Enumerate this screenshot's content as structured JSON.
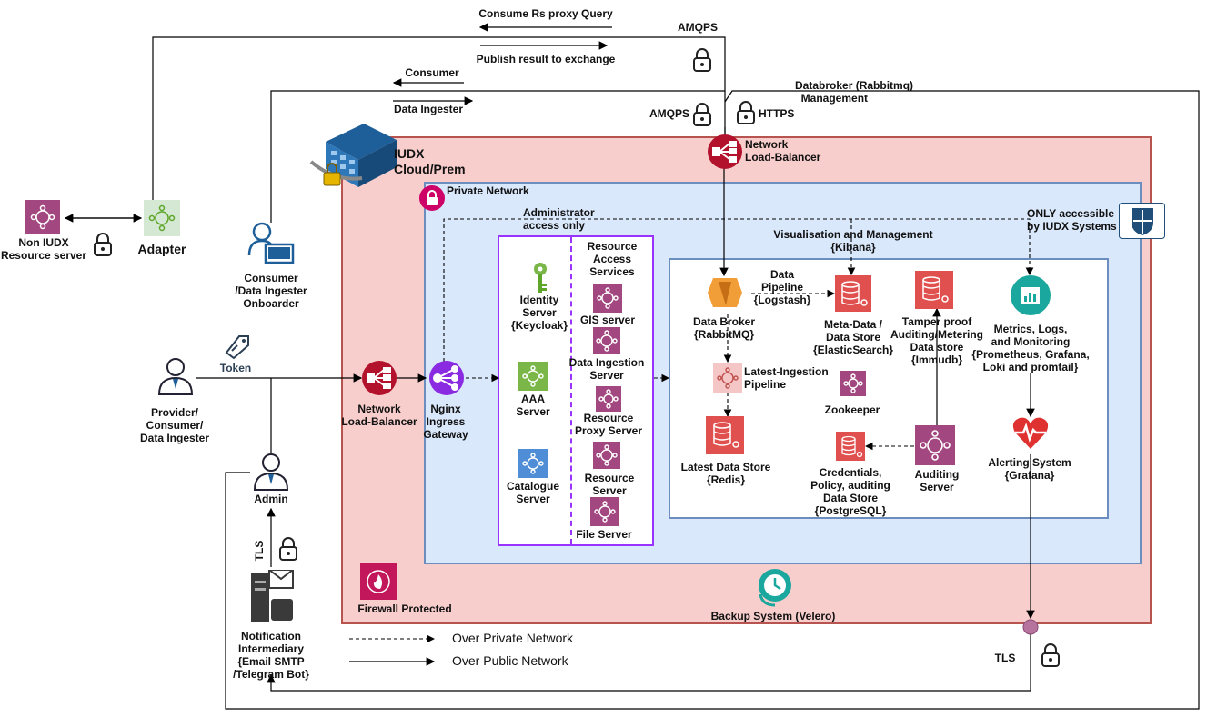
{
  "colors": {
    "firewall_fill": "#f8cecc",
    "firewall_border": "#b85450",
    "private_fill": "#dae8fc",
    "private_border": "#6c8ebf",
    "dashed_purple": "#9933ff",
    "icon_red": "#e0504e",
    "icon_purple": "#a2477f",
    "icon_green": "#5ea629",
    "icon_blue": "#3f80c8",
    "teal": "#1aa79e"
  },
  "arrows_top": {
    "consume_rs_proxy": "Consume Rs proxy Query",
    "publish_result": "Publish result to exchange",
    "consumer": "Consumer",
    "data_ingester": "Data Ingester",
    "amqps_top": "AMQPS",
    "amqps_mid": "AMQPS",
    "https": "HTTPS",
    "databroker_mgmt": "Databroker (Rabbitmq)\n  Management"
  },
  "left": {
    "non_iudx": "Non IUDX\nResource server",
    "adapter": "Adapter",
    "consumer_onboarder": "Consumer\n/Data Ingester\nOnboarder",
    "token": "Token",
    "provider": "Provider/\nConsumer/\nData Ingester",
    "admin": "Admin",
    "tls_left": "TLS",
    "notification": "Notification\nIntermediary\n{Email SMTP\n/Telegram Bot}"
  },
  "cloud": {
    "iudx": "IUDX\nCloud/Prem",
    "nlb_top": "Network\nLoad-Balancer",
    "nlb_left": "Network\nLoad-Balancer",
    "private_network": "Private Network",
    "admin_only": "Administrator\naccess only",
    "only_accessible": "ONLY accessible\nby IUDX Systems",
    "nginx": "Nginx\nIngress\nGateway",
    "firewall": "Firewall Protected",
    "backup": "Backup System (Velero)",
    "tls_bottom": "TLS"
  },
  "services": {
    "identity": "Identity\nServer\n{Keycloak}",
    "aaa": "AAA\nServer",
    "catalogue": "Catalogue\nServer",
    "ras_title": "Resource\nAccess\nServices",
    "gis": "GIS server",
    "data_ingestion": "Data Ingestion\nServer",
    "resource_proxy": "Resource\nProxy Server",
    "resource_server": "Resource\nServer",
    "file_server": "File Server"
  },
  "data_layer": {
    "kibana": "Visualisation and Management\n{Kibana}",
    "data_pipeline": "Data\nPipeline\n{Logstash}",
    "data_broker": "Data Broker\n{RabbitMQ}",
    "metadata": "Meta-Data /\nData Store\n{ElasticSearch}",
    "tamper": "Tamper proof\nAuditing/Metering\nData store\n{Immudb}",
    "metrics": "Metrics, Logs,\nand Monitoring\n{Prometheus, Grafana,\nLoki and promtail}",
    "latest_pipeline": "Latest-Ingestion\nPipeline",
    "zookeeper": "Zookeeper",
    "latest_store": "Latest Data Store\n{Redis}",
    "credentials": "Credentials,\nPolicy, auditing\nData Store\n{PostgreSQL}",
    "auditing": "Auditing\nServer",
    "alerting": "Alerting System\n{Grafana}"
  },
  "legend": {
    "private": "Over Private Network",
    "public": "Over Public Network"
  },
  "icons": [
    "building-lock-icon",
    "lock-icon",
    "shield-icon",
    "user-icon",
    "user-computer-icon",
    "admin-icon",
    "token-tag-icon",
    "load-balancer-icon",
    "ingress-icon",
    "service-node-icon",
    "key-icon",
    "database-icon",
    "rabbitmq-icon",
    "monitoring-icon",
    "heart-pulse-icon",
    "backup-clock-icon",
    "firewall-icon",
    "notification-server-icon"
  ]
}
